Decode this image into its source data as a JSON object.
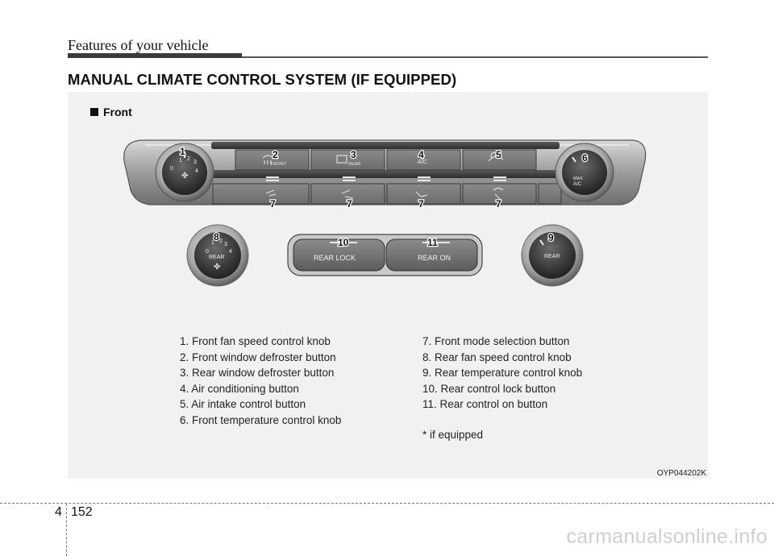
{
  "header": {
    "title": "Features of your vehicle"
  },
  "section": {
    "title": "MANUAL CLIMATE CONTROL SYSTEM (IF EQUIPPED)"
  },
  "figure": {
    "subtitle": "Front",
    "code": "OYP044202K",
    "callouts": [
      "1",
      "2",
      "3",
      "4",
      "5",
      "6",
      "7",
      "7",
      "7",
      "7",
      "8",
      "9",
      "10",
      "11"
    ],
    "button_labels": {
      "front_defrost": "FRONT",
      "rear_defrost": "REAR",
      "ac": "A/C",
      "rear_lock": "REAR LOCK",
      "rear_on": "REAR ON"
    },
    "knob_labels": {
      "front_fan_marks": [
        "0",
        "1",
        "2",
        "3",
        "4"
      ],
      "front_temp": [
        "MAX",
        "A/C"
      ],
      "rear_fan": "REAR",
      "rear_fan_marks": [
        "0",
        "1",
        "2",
        "3",
        "4"
      ],
      "rear_temp": "REAR"
    }
  },
  "legend": {
    "left": [
      "1. Front fan speed control knob",
      "2. Front window defroster button",
      "3. Rear window defroster button",
      "4. Air conditioning button",
      "5. Air intake control button",
      "6. Front temperature control knob"
    ],
    "right": [
      "7. Front mode selection button",
      "8. Rear fan speed control knob",
      "9. Rear temperature control knob",
      "10. Rear control lock button",
      "11. Rear control on button"
    ],
    "footnote": "* if equipped"
  },
  "footer": {
    "chapter": "4",
    "page": "152"
  },
  "watermark": "carmanualsonline.info"
}
